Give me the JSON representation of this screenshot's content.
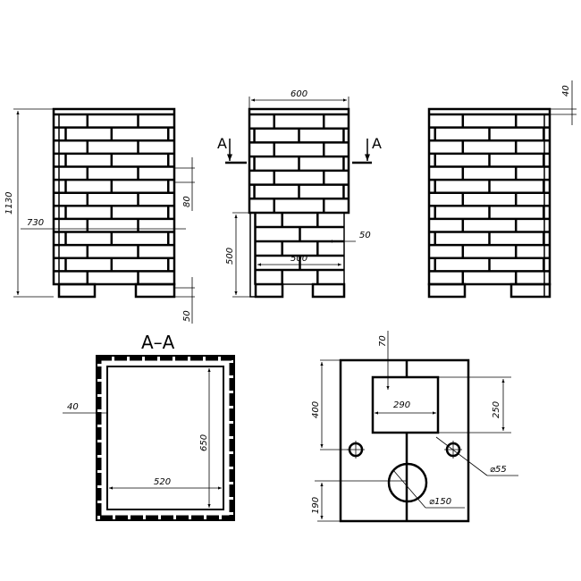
{
  "front_view": {
    "height": "1130",
    "width_label": "730",
    "course": "80",
    "foot": "50"
  },
  "side_view": {
    "width": "600",
    "section_left": "A",
    "section_right": "A",
    "opening_height": "500",
    "opening_width": "500",
    "opening_offset": "50"
  },
  "right_view": {
    "cap": "40"
  },
  "section": {
    "title": "A–A",
    "wall": "40",
    "inner_height": "650",
    "inner_width": "520"
  },
  "plan": {
    "top_offset": "70",
    "height_to_holes": "400",
    "rect_width": "290",
    "rect_height": "250",
    "small_hole": "⌀55",
    "big_hole": "⌀150",
    "bottom_offset": "190"
  }
}
